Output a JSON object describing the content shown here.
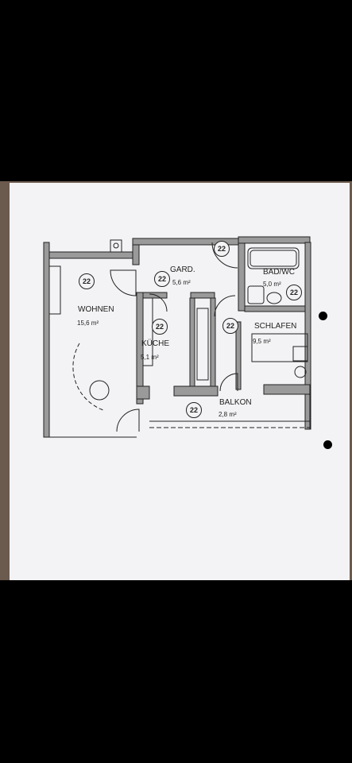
{
  "floorplan": {
    "rooms": [
      {
        "key": "wohnen",
        "name": "WOHNEN",
        "area": "15,6 m²"
      },
      {
        "key": "gard",
        "name": "GARD.",
        "area": "5,6 m²"
      },
      {
        "key": "bad",
        "name": "BAD/WC",
        "area": "5,0 m²"
      },
      {
        "key": "kueche",
        "name": "KÜCHE",
        "area": "5,1 m²"
      },
      {
        "key": "schlafen",
        "name": "SCHLAFEN",
        "area": "9,5 m²"
      },
      {
        "key": "balkon",
        "name": "BALKON",
        "area": "2,8 m²"
      }
    ],
    "tag_text": "22",
    "colors": {
      "paper": "#f3f3f5",
      "ink": "#222222",
      "wall_fill": "#9a9a9a",
      "background": "#000000"
    }
  }
}
